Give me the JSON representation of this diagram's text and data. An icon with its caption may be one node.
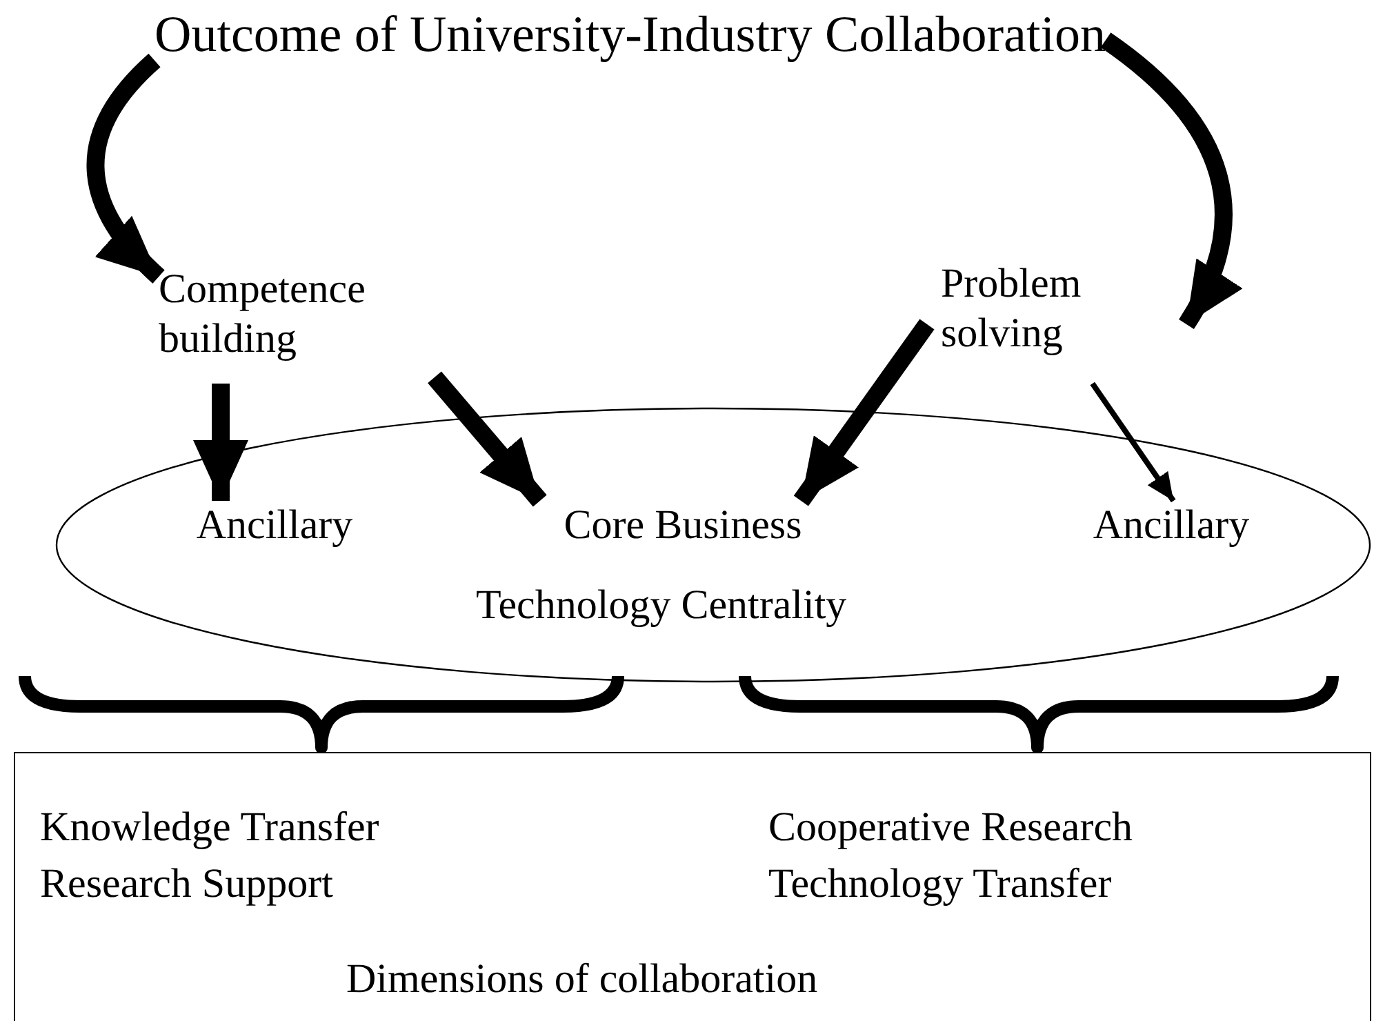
{
  "diagram": {
    "nodes": [
      {
        "text": [
          "Outcome of University-Industry Collaboration"
        ]
      },
      {
        "text": [
          "Competence building"
        ]
      },
      {
        "text": [
          "Problem solving"
        ]
      },
      {
        "text": [
          "Technology Centrality"
        ]
      },
      {
        "text": [
          "Ancillary"
        ],
        "in": 3
      },
      {
        "text": [
          "Core Business"
        ],
        "in": 3
      },
      {
        "text": [
          "Ancillary"
        ],
        "in": 3
      },
      {
        "text": [
          "Knowledge Transfer Research Support",
          "Cooperative Research Technology Transfer",
          "Dimensions of collaboration"
        ]
      }
    ],
    "edges": [
      {
        "from": 0,
        "to": 1,
        "arrow": "to"
      },
      {
        "from": 0,
        "to": 2,
        "arrow": "to"
      },
      {
        "from": 1,
        "to": 4,
        "arrow": "to"
      },
      {
        "from": 1,
        "to": 5,
        "arrow": "to"
      },
      {
        "from": 2,
        "to": 5,
        "arrow": "to"
      },
      {
        "from": 2,
        "to": 6,
        "arrow": "to"
      }
    ]
  }
}
